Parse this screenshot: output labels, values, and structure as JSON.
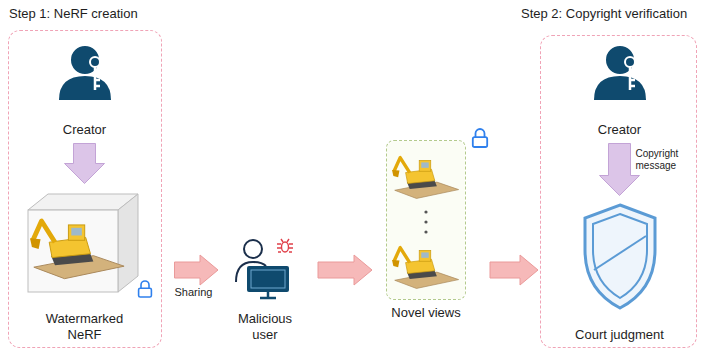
{
  "diagram": {
    "nodes": [
      {
        "text": [
          "Step 1: NeRF creation"
        ]
      },
      {
        "text": [
          "Creator"
        ],
        "in": 0
      },
      {
        "text": [
          "Watermarked NeRF"
        ],
        "in": 0
      },
      {
        "text": [
          "Malicious user"
        ]
      },
      {
        "text": [
          "Novel views"
        ]
      },
      {
        "text": [
          "Step 2: Copyright verification"
        ]
      },
      {
        "text": [
          "Creator"
        ],
        "in": 5
      },
      {
        "text": [
          "Court judgment"
        ],
        "in": 5
      }
    ],
    "edges": [
      {
        "from": 1,
        "to": 2,
        "arrow": "to"
      },
      {
        "from": 2,
        "to": 3,
        "arrow": "to",
        "label": "Sharing"
      },
      {
        "from": 3,
        "to": 4,
        "arrow": "to"
      },
      {
        "from": 4,
        "to": 5,
        "arrow": "to"
      },
      {
        "from": 6,
        "to": 7,
        "arrow": "to",
        "label": "Copyright message"
      }
    ]
  }
}
